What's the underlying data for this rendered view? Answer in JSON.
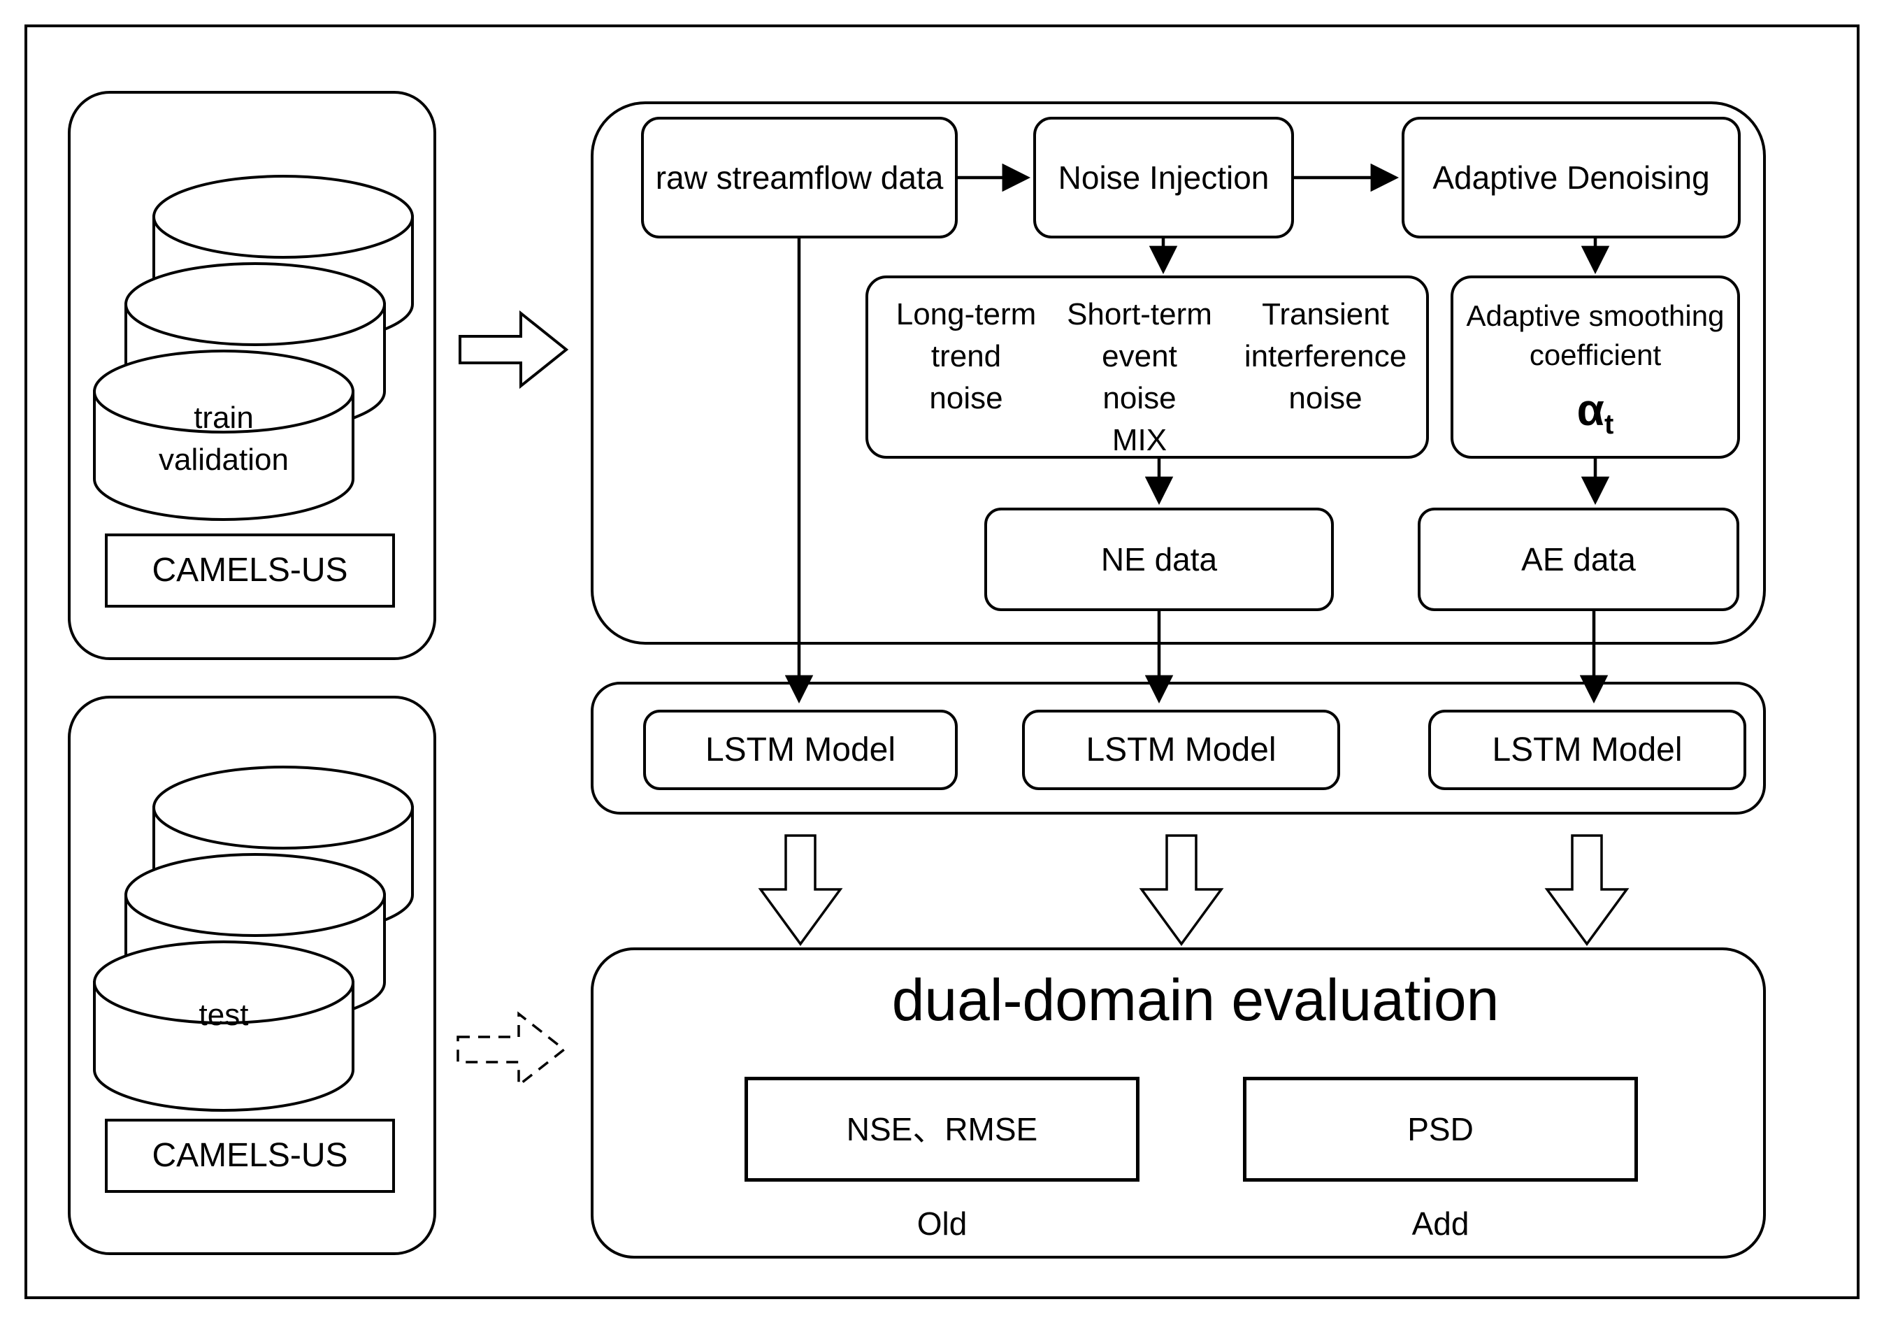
{
  "colors": {
    "ink": "#000000",
    "paper": "#ffffff"
  },
  "left": {
    "train_panel": {
      "cyl_label1": "train",
      "cyl_label2": "validation",
      "dataset": "CAMELS-US"
    },
    "test_panel": {
      "cyl_label": "test",
      "dataset": "CAMELS-US"
    }
  },
  "pipeline": {
    "raw": "raw streamflow data",
    "noise_injection": "Noise Injection",
    "adaptive_denoising": "Adaptive Denoising",
    "noise_box": {
      "col1": [
        "Long-term",
        "trend",
        "noise"
      ],
      "col2": [
        "Short-term",
        "event",
        "noise"
      ],
      "col3": [
        "Transient",
        "interference",
        "noise"
      ],
      "mix": "MIX"
    },
    "smoothing": {
      "line1": "Adaptive smoothing",
      "line2": "coefficient",
      "symbol": "α",
      "subscript": "t"
    },
    "ne": "NE data",
    "ae": "AE data"
  },
  "models": {
    "lstm_raw": "LSTM Model",
    "lstm_ne": "LSTM Model",
    "lstm_ae": "LSTM Model"
  },
  "evaluation": {
    "title": "dual-domain evaluation",
    "time_metrics": "NSE、RMSE",
    "time_tag": "Old",
    "freq_metric": "PSD",
    "freq_tag": "Add"
  }
}
